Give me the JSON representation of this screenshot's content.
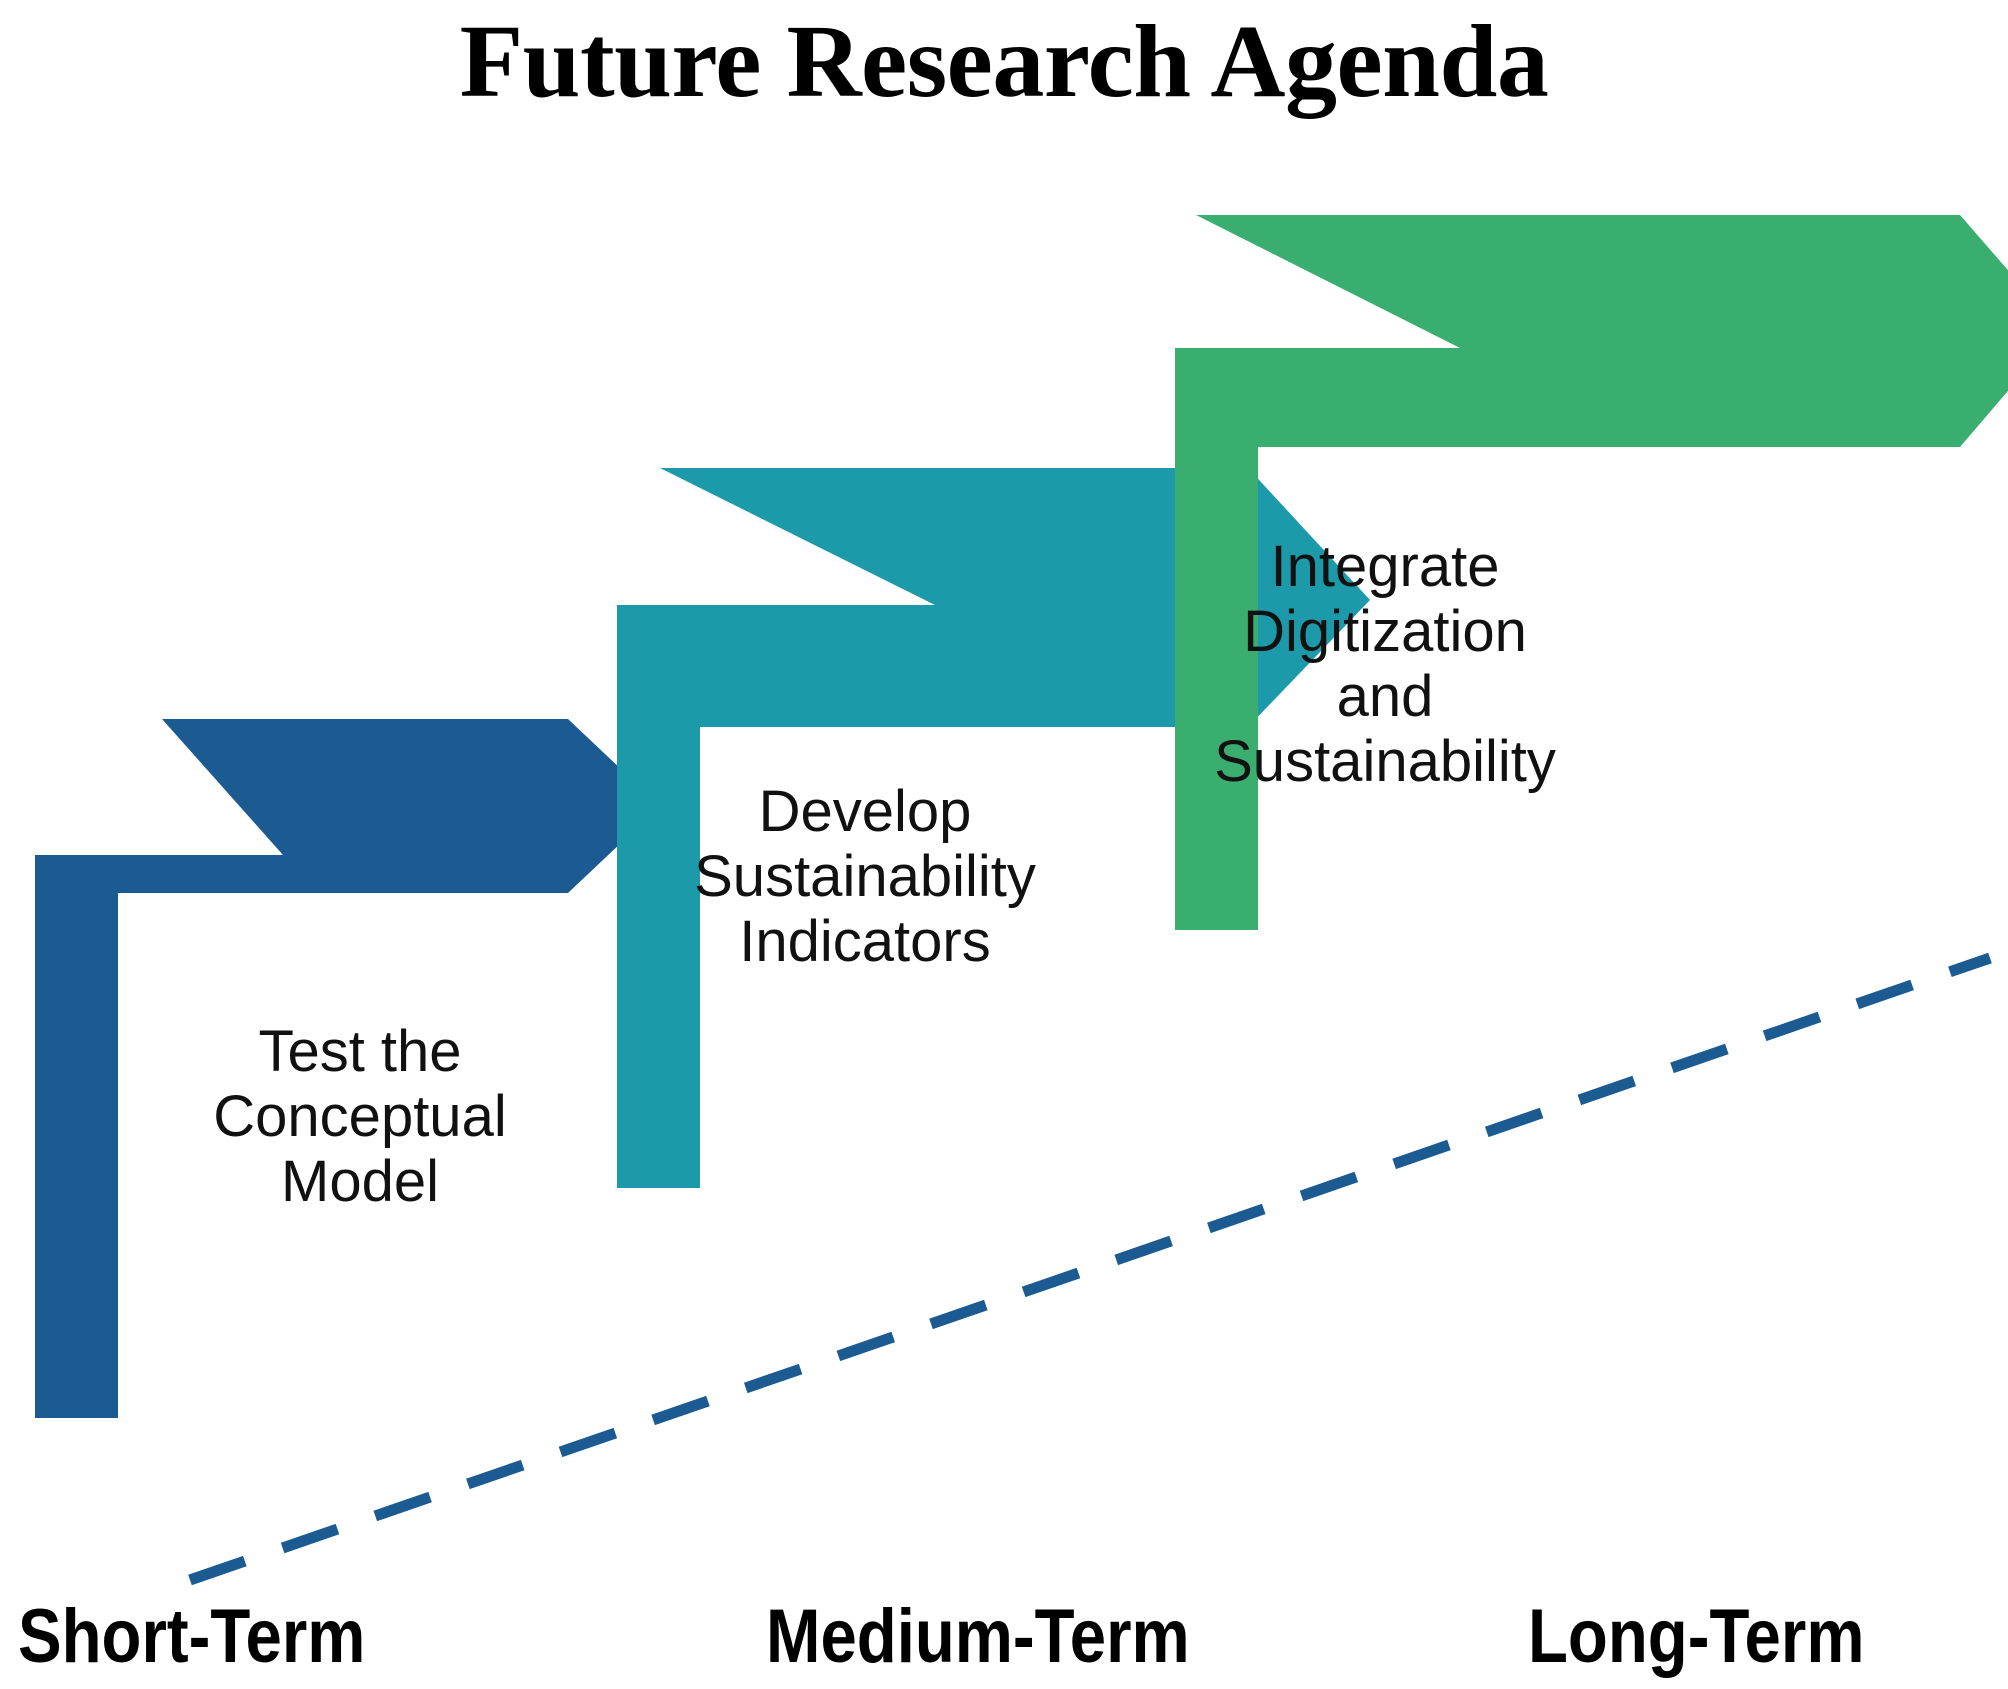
{
  "title": "Future Research Agenda",
  "background_color": "#ffffff",
  "steps": [
    {
      "id": "short-term",
      "label": "Test the\nConceptual\nModel",
      "color": "#1B5B92",
      "color_dark": "#15436B"
    },
    {
      "id": "medium-term",
      "label": "Develop\nSustainability\nIndicators",
      "color": "#1C9AA9",
      "color_dark": "#167E8A"
    },
    {
      "id": "long-term",
      "label": "Integrate\nDigitization\nand\nSustainability",
      "color": "#3AAE6F",
      "color_dark": "#2E9259"
    }
  ],
  "axis": {
    "labels": [
      "Short-Term",
      "Medium-Term",
      "Long-Term"
    ]
  },
  "trend_line": {
    "style": "dashed",
    "color": "#1B5B92",
    "description": "ascending dashed growth trajectory"
  }
}
